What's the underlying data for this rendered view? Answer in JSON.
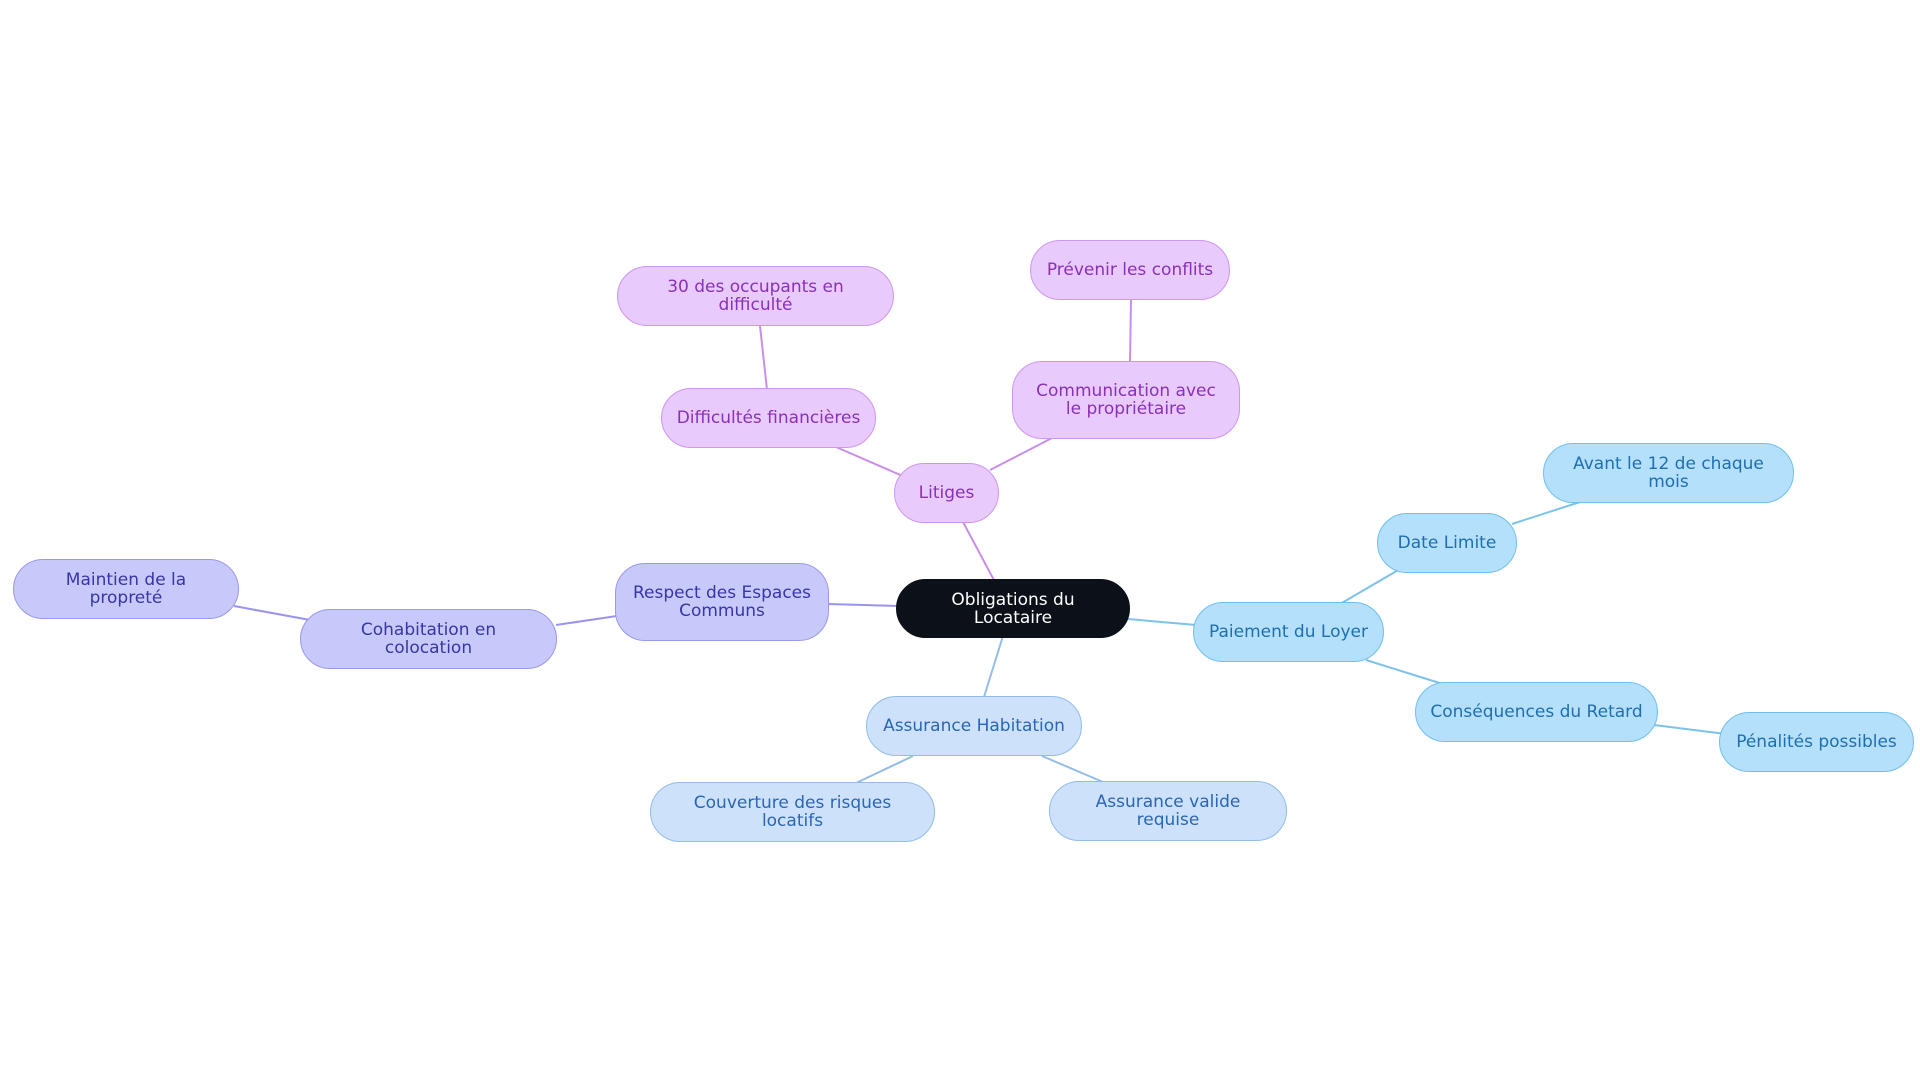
{
  "mindmap": {
    "root": "Obligations du Locataire",
    "payment": {
      "label": "Paiement du Loyer",
      "deadline": "Date Limite",
      "deadline_detail": "Avant le 12 de chaque mois",
      "late": "Conséquences du Retard",
      "late_detail": "Pénalités possibles"
    },
    "insurance": {
      "label": "Assurance Habitation",
      "coverage": "Couverture des risques locatifs",
      "valid": "Assurance valide requise"
    },
    "common": {
      "label": "Respect des Espaces Communs",
      "cohab": "Cohabitation en colocation",
      "clean": "Maintien de la propreté"
    },
    "disputes": {
      "label": "Litiges",
      "financial": "Difficultés financières",
      "financial_detail": "30 des occupants en difficulté",
      "communication": "Communication avec le propriétaire",
      "communication_detail": "Prévenir les conflits"
    }
  },
  "colors": {
    "root": "#0c1119",
    "payment": "#b4e0fb",
    "insurance": "#cde2fa",
    "common": "#c8c9fb",
    "disputes": "#e8cafc"
  }
}
